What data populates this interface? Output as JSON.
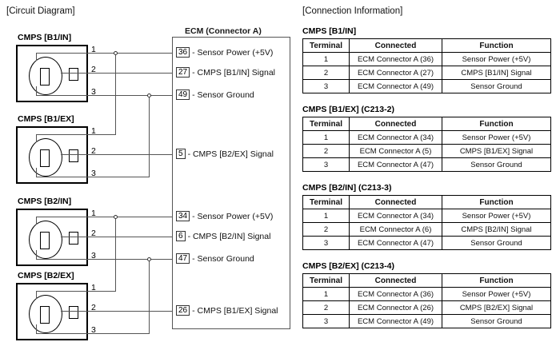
{
  "headings": {
    "circuit": "[Circuit Diagram]",
    "connection": "[Connection Information]"
  },
  "circuit": {
    "ecm": {
      "title": "ECM (Connector A)",
      "pins": [
        {
          "num": "36",
          "text": "- Sensor Power (+5V)"
        },
        {
          "num": "27",
          "text": "- CMPS [B1/IN] Signal"
        },
        {
          "num": "49",
          "text": "- Sensor Ground"
        },
        {
          "num": "5",
          "text": "- CMPS [B2/EX] Signal"
        },
        {
          "num": "34",
          "text": "- Sensor Power (+5V)"
        },
        {
          "num": "6",
          "text": "- CMPS [B2/IN] Signal"
        },
        {
          "num": "47",
          "text": "- Sensor Ground"
        },
        {
          "num": "26",
          "text": "- CMPS [B1/EX] Signal"
        }
      ]
    },
    "sensors": [
      {
        "label": "CMPS [B1/IN]",
        "terminals": [
          "1",
          "2",
          "3"
        ]
      },
      {
        "label": "CMPS [B1/EX]",
        "terminals": [
          "1",
          "2",
          "3"
        ]
      },
      {
        "label": "CMPS [B2/IN]",
        "terminals": [
          "1",
          "2",
          "3"
        ]
      },
      {
        "label": "CMPS [B2/EX]",
        "terminals": [
          "1",
          "2",
          "3"
        ]
      }
    ]
  },
  "tables": [
    {
      "caption": "CMPS [B1/IN]",
      "headers": [
        "Terminal",
        "Connected",
        "Function"
      ],
      "rows": [
        [
          "1",
          "ECM Connector A (36)",
          "Sensor Power (+5V)"
        ],
        [
          "2",
          "ECM Connector A (27)",
          "CMPS [B1/IN] Signal"
        ],
        [
          "3",
          "ECM Connector A (49)",
          "Sensor Ground"
        ]
      ]
    },
    {
      "caption": "CMPS [B1/EX] (C213-2)",
      "headers": [
        "Terminal",
        "Connected",
        "Function"
      ],
      "rows": [
        [
          "1",
          "ECM Connector A (34)",
          "Sensor Power (+5V)"
        ],
        [
          "2",
          "ECM Connector A (5)",
          "CMPS [B1/EX] Signal"
        ],
        [
          "3",
          "ECM Connector A (47)",
          "Sensor Ground"
        ]
      ]
    },
    {
      "caption": "CMPS [B2/IN] (C213-3)",
      "headers": [
        "Terminal",
        "Connected",
        "Function"
      ],
      "rows": [
        [
          "1",
          "ECM Connector A (34)",
          "Sensor Power (+5V)"
        ],
        [
          "2",
          "ECM Connector A (6)",
          "CMPS [B2/IN] Signal"
        ],
        [
          "3",
          "ECM Connector A (47)",
          "Sensor Ground"
        ]
      ]
    },
    {
      "caption": "CMPS [B2/EX] (C213-4)",
      "headers": [
        "Terminal",
        "Connected",
        "Function"
      ],
      "rows": [
        [
          "1",
          "ECM Connector A (36)",
          "Sensor Power (+5V)"
        ],
        [
          "2",
          "ECM Connector A (26)",
          "CMPS [B2/EX] Signal"
        ],
        [
          "3",
          "ECM Connector A (49)",
          "Sensor Ground"
        ]
      ]
    }
  ]
}
